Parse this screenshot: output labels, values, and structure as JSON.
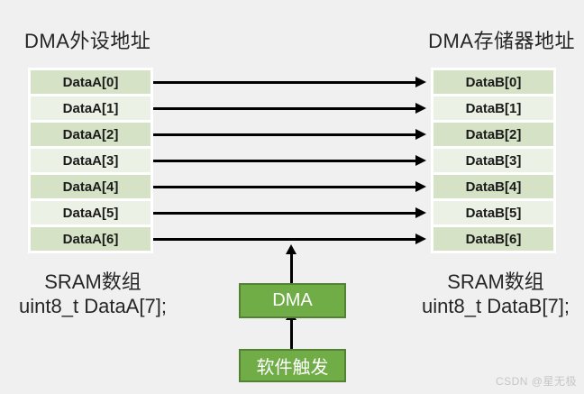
{
  "titles": {
    "left": "DMA外设地址",
    "right": "DMA存储器地址"
  },
  "tables": {
    "left": {
      "rows": [
        "DataA[0]",
        "DataA[1]",
        "DataA[2]",
        "DataA[3]",
        "DataA[4]",
        "DataA[5]",
        "DataA[6]"
      ]
    },
    "right": {
      "rows": [
        "DataB[0]",
        "DataB[1]",
        "DataB[2]",
        "DataB[3]",
        "DataB[4]",
        "DataB[5]",
        "DataB[6]"
      ]
    }
  },
  "captions": {
    "left": {
      "line1": "SRAM数组",
      "line2": "uint8_t DataA[7];"
    },
    "right": {
      "line1": "SRAM数组",
      "line2": "uint8_t DataB[7];"
    }
  },
  "flow": {
    "dma_label": "DMA",
    "trigger_label": "软件触发"
  },
  "watermark": "CSDN @星无极",
  "colors": {
    "accent": "#70ad47",
    "accent-border": "#548235",
    "band-dark": "#d5e2c6",
    "band-light": "#ebf1e4",
    "background": "#f0f0f0",
    "arrow": "#000000"
  }
}
